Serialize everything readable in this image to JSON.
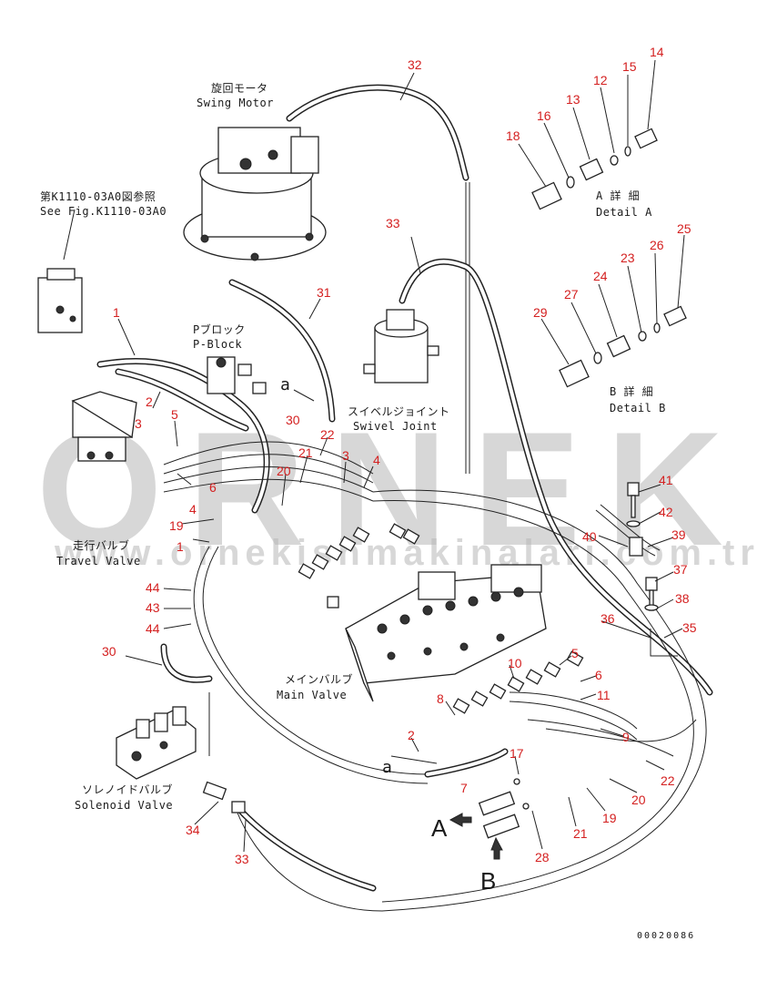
{
  "watermark": {
    "main": "ORNEK",
    "sub": "www.ornekishmakinalari.com.tr"
  },
  "labels": {
    "swing_motor_jp": "旋回モータ",
    "swing_motor_en": "Swing Motor",
    "see_fig_jp": "第K1110-03A0図参照",
    "see_fig_en": "See Fig.K1110-03A0",
    "p_block_jp": "Pブロック",
    "p_block_en": "P-Block",
    "swivel_joint_jp": "スイベルジョイント",
    "swivel_joint_en": "Swivel Joint",
    "travel_valve_jp": "走行バルブ",
    "travel_valve_en": "Travel Valve",
    "main_valve_jp": "メインバルブ",
    "main_valve_en": "Main Valve",
    "solenoid_valve_jp": "ソレノイドバルブ",
    "solenoid_valve_en": "Solenoid Valve",
    "detail_a_jp": "A 詳 細",
    "detail_a_en": "Detail A",
    "detail_b_jp": "B 詳 細",
    "detail_b_en": "Detail B",
    "letter_a_small_1": "a",
    "letter_a_small_2": "a",
    "letter_A": "A",
    "letter_B": "B",
    "drawing_code": "00020086"
  },
  "callouts": [
    "32",
    "14",
    "15",
    "12",
    "13",
    "16",
    "18",
    "33",
    "25",
    "26",
    "23",
    "24",
    "27",
    "29",
    "31",
    "1",
    "2",
    "3",
    "5",
    "30",
    "22",
    "3",
    "4",
    "21",
    "20",
    "6",
    "4",
    "19",
    "1",
    "41",
    "42",
    "40",
    "39",
    "37",
    "38",
    "44",
    "43",
    "44",
    "36",
    "35",
    "30",
    "5",
    "10",
    "6",
    "11",
    "8",
    "9",
    "2",
    "17",
    "22",
    "7",
    "20",
    "19",
    "21",
    "28",
    "34",
    "33"
  ]
}
